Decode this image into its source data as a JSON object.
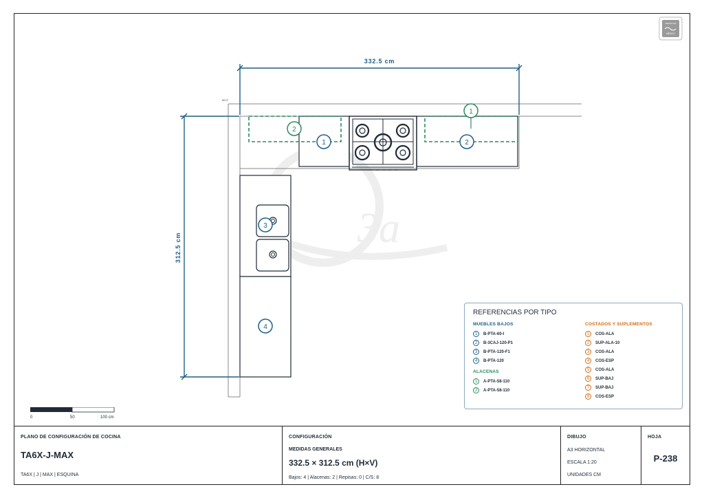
{
  "plan": {
    "dim_width": "332.5 cm",
    "dim_height": "312.5 cm",
    "angle_note": "90.0°",
    "stamp_lines": [
      "HECHO EN",
      "MÉXICO"
    ],
    "watermark": "3a",
    "callouts": {
      "a1": "1",
      "a2": "2",
      "b1": "1",
      "b2": "2",
      "b3": "3",
      "b4": "4"
    }
  },
  "scale_bar": {
    "labels": [
      "0",
      "50",
      "100 cm"
    ]
  },
  "legend": {
    "title": "REFERENCIAS POR TIPO",
    "bajos": {
      "heading": "MUEBLES BAJOS",
      "items": [
        {
          "n": "1",
          "code": "B-PTA-60-I"
        },
        {
          "n": "2",
          "code": "B-3CAJ-120-P1"
        },
        {
          "n": "3",
          "code": "B-PTA-120-F1"
        },
        {
          "n": "4",
          "code": "B-PTA-120"
        }
      ]
    },
    "alacenas": {
      "heading": "ALACENAS",
      "items": [
        {
          "n": "1",
          "code": "A-PTA-58-110"
        },
        {
          "n": "2",
          "code": "A-PTA-58-110"
        }
      ]
    },
    "costados": {
      "heading": "COSTADOS Y SUPLEMENTOS",
      "items": [
        {
          "n": "1",
          "code": "COS-ALA"
        },
        {
          "n": "2",
          "code": "SUP-ALA-10"
        },
        {
          "n": "3",
          "code": "COS-ALA"
        },
        {
          "n": "4",
          "code": "COS-ESP"
        },
        {
          "n": "5",
          "code": "COS-ALA"
        },
        {
          "n": "6",
          "code": "SUP-BAJ"
        },
        {
          "n": "7",
          "code": "SUP-BAJ"
        },
        {
          "n": "8",
          "code": "COS-ESP"
        }
      ]
    }
  },
  "title_block": {
    "plan_label": "PLANO DE CONFIGURACIÓN DE COCINA",
    "model_code": "TA6X-J-MAX",
    "model_desc": "TA6X | J | MAX | ESQUINA",
    "config_label": "CONFIGURACIÓN",
    "measures_label": "MEDIDAS GENERALES",
    "measures_value": "332.5 × 312.5 cm (H×V)",
    "counts": "Bajos: 4 | Alacenas: 2 | Repisas: 0 | C/S: 8",
    "drawing_label": "DIBUJO",
    "format": "A3 HORIZONTAL",
    "scale": "ESCALA 1:20",
    "units": "UNIDADES CM",
    "sheet_label": "HOJA",
    "sheet_number": "P-238"
  },
  "colors": {
    "blue": "#1e5f86",
    "green": "#2b8a5e",
    "orange": "#d46a10",
    "line": "#1f2a36"
  }
}
